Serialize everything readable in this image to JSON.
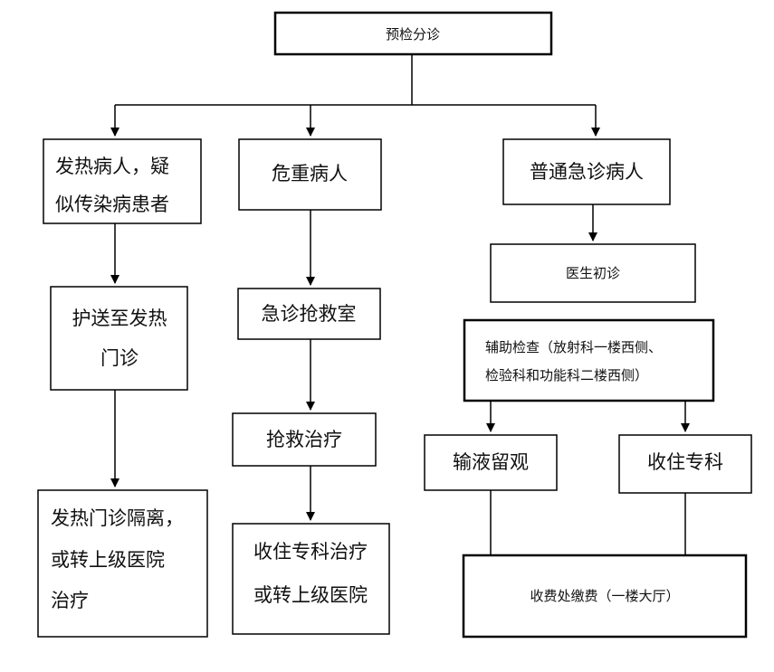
{
  "title": "预检分诊",
  "branches": {
    "fever": {
      "patient_lines": [
        "发热病人，疑",
        "似传染病患者"
      ],
      "escort_lines": [
        "护送至发热",
        "门诊"
      ],
      "result_lines": [
        "发热门诊隔离，",
        "或转上级医院",
        "治疗"
      ]
    },
    "critical": {
      "patient": "危重病人",
      "room": "急诊抢救室",
      "treatment": "抢救治疗",
      "result_lines": [
        "收住专科治疗",
        "或转上级医院"
      ]
    },
    "general": {
      "patient": "普通急诊病人",
      "initial": "医生初诊",
      "exam_lines": [
        "辅助检查（放射科一楼西侧、",
        "检验科和功能科二楼西侧）"
      ],
      "infusion": "输液留观",
      "admit": "收住专科",
      "cashier": "收费处缴费（一楼大厅）"
    }
  }
}
